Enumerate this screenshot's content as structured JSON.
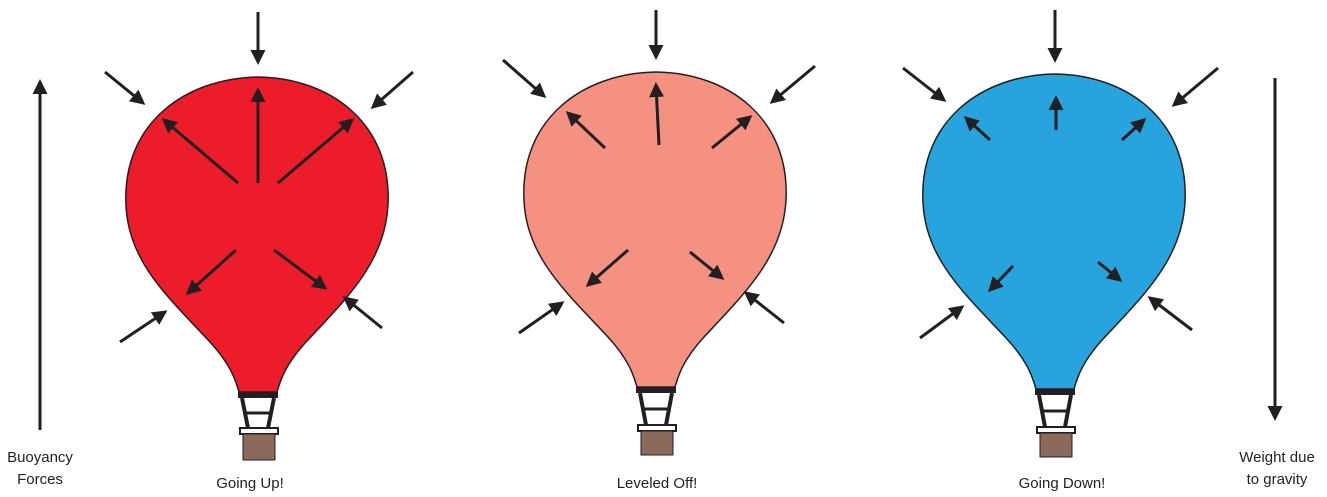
{
  "colors": {
    "arrow": "#231f20",
    "outline": "#231f20",
    "basket": "#8b6a5c",
    "going_up": "#ec1c2b",
    "leveled_off": "#f59181",
    "going_down": "#27a4dd"
  },
  "left_label": {
    "line1": "Buoyancy",
    "line2": "Forces"
  },
  "right_label": {
    "line1": "Weight due",
    "line2": "to gravity"
  },
  "balloons": [
    {
      "caption": "Going Up!",
      "color": "#ec1c2b",
      "inner_arrows": "long"
    },
    {
      "caption": "Leveled Off!",
      "color": "#f59181",
      "inner_arrows": "medium"
    },
    {
      "caption": "Going Down!",
      "color": "#27a4dd",
      "inner_arrows": "short"
    }
  ]
}
